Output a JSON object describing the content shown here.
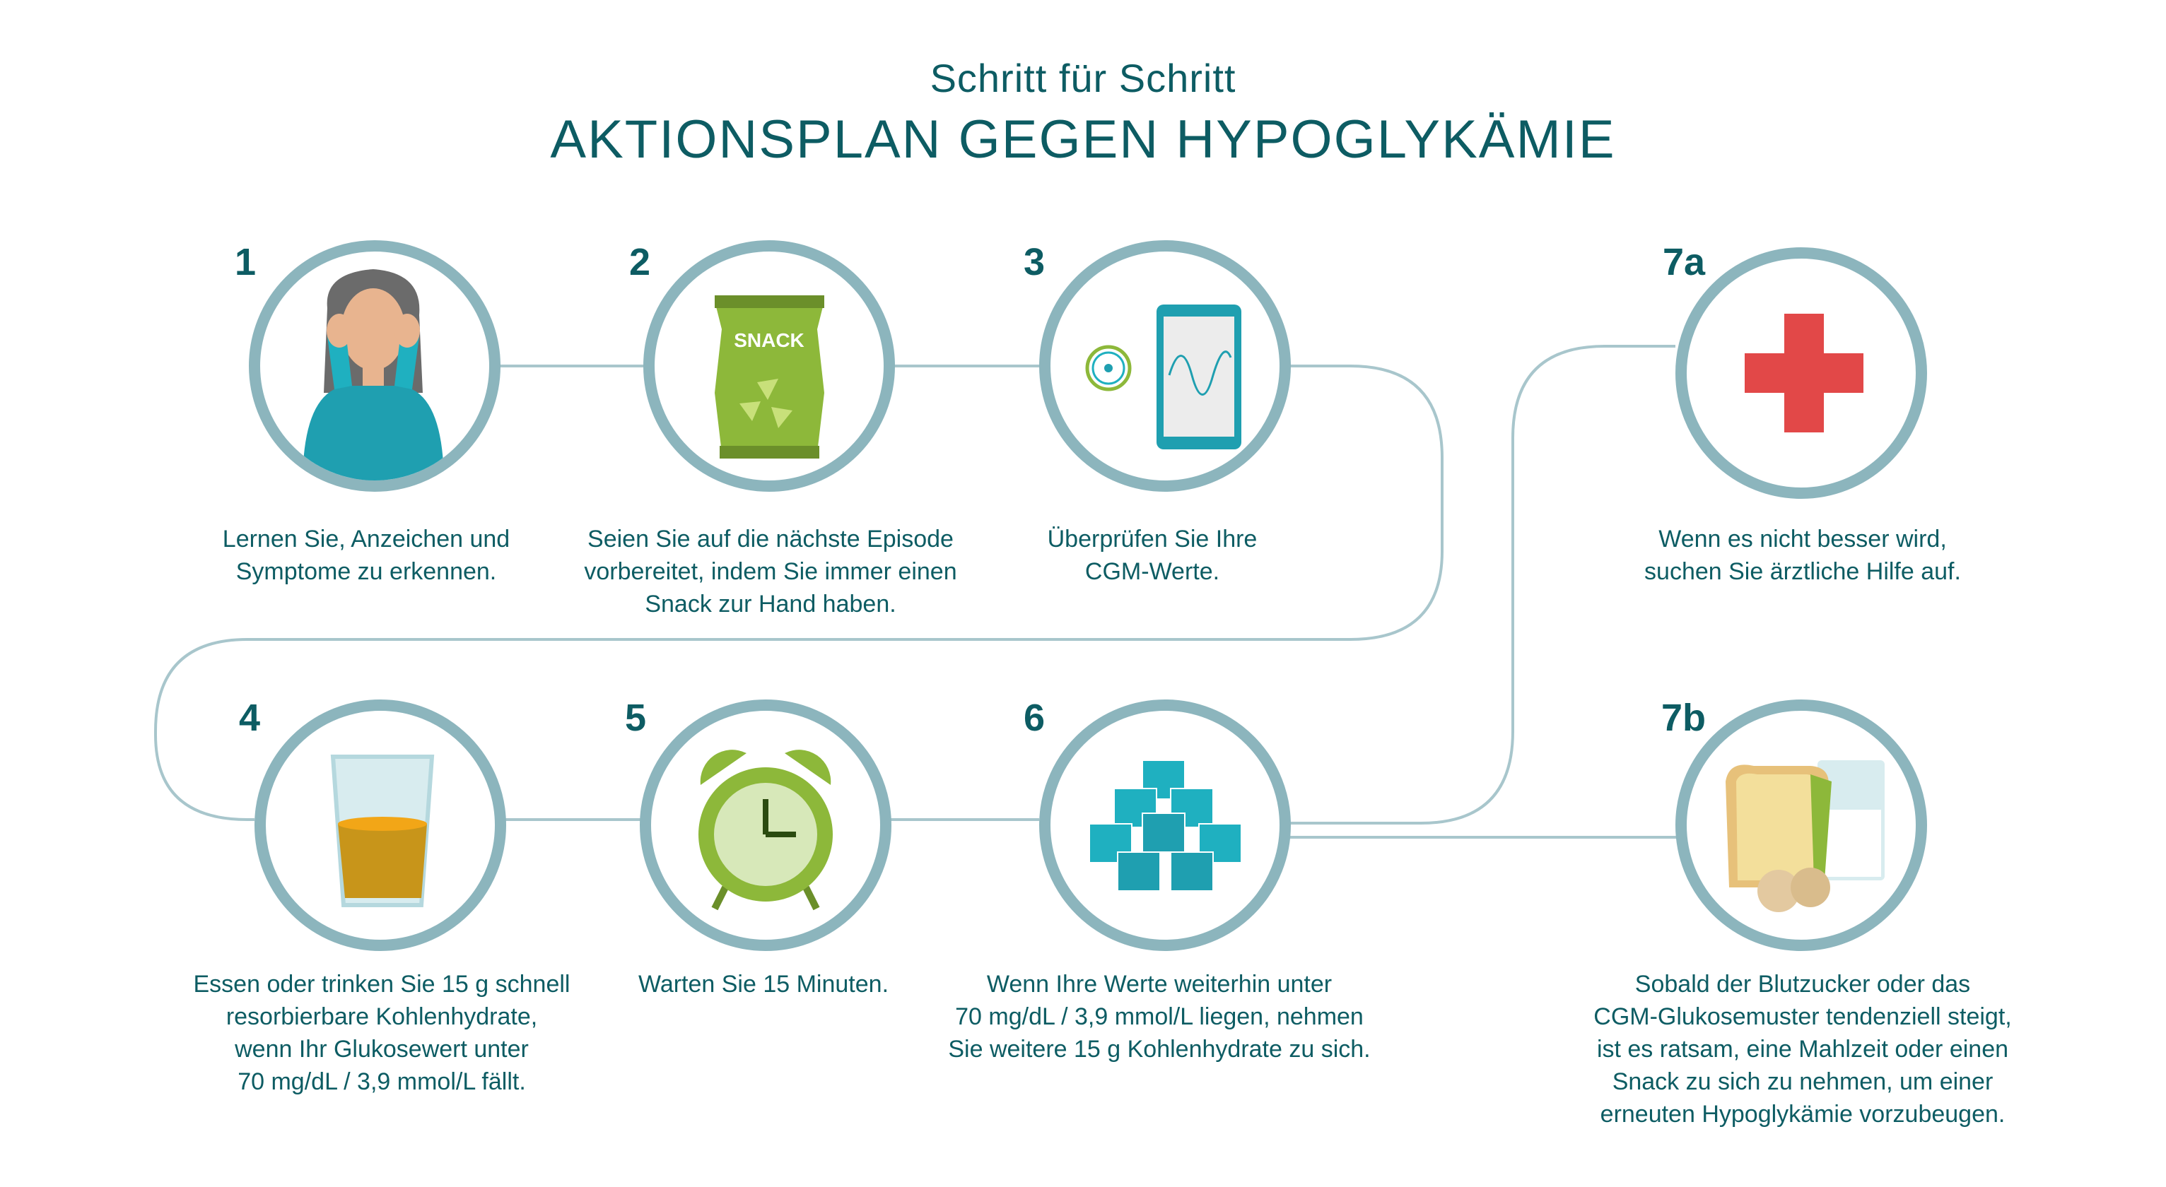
{
  "header": {
    "subtitle": "Schritt für Schritt",
    "title": "AKTIONSPLAN GEGEN HYPOGLYKÄMIE"
  },
  "colors": {
    "text": "#0d5c63",
    "ring": "#8cb5bd",
    "connector": "#a8c6cc",
    "teal": "#1fb0c0",
    "green": "#8db83a",
    "red": "#e24848"
  },
  "steps": [
    {
      "num": "1",
      "icon": "stressed-woman-icon",
      "text": "Lernen Sie, Anzeichen und\nSymptome zu erkennen."
    },
    {
      "num": "2",
      "icon": "snack-bag-icon",
      "icon_label": "SNACK",
      "text": "Seien Sie auf die nächste Episode\nvorbereitet, indem Sie immer einen\nSnack zur Hand haben."
    },
    {
      "num": "3",
      "icon": "cgm-phone-icon",
      "text": "Überprüfen Sie Ihre\nCGM-Werte."
    },
    {
      "num": "4",
      "icon": "juice-glass-icon",
      "text": "Essen oder trinken Sie 15 g schnell\nresorbierbare Kohlenhydrate,\nwenn Ihr Glukosewert unter\n70 mg/dL / 3,9 mmol/L fällt."
    },
    {
      "num": "5",
      "icon": "alarm-clock-icon",
      "text": "Warten Sie 15 Minuten."
    },
    {
      "num": "6",
      "icon": "sugar-cubes-icon",
      "text": "Wenn Ihre Werte weiterhin unter\n70 mg/dL / 3,9 mmol/L liegen, nehmen\nSie weitere 15 g Kohlenhydrate zu sich."
    },
    {
      "num": "7a",
      "icon": "red-cross-icon",
      "text": "Wenn es nicht besser wird,\nsuchen Sie ärztliche Hilfe auf."
    },
    {
      "num": "7b",
      "icon": "sandwich-milk-icon",
      "text": "Sobald der Blutzucker oder das\nCGM-Glukosemuster tendenziell steigt,\nist es ratsam, eine Mahlzeit oder einen\nSnack zu sich zu nehmen, um einer\nerneuten Hypoglykämie vorzubeugen."
    }
  ]
}
